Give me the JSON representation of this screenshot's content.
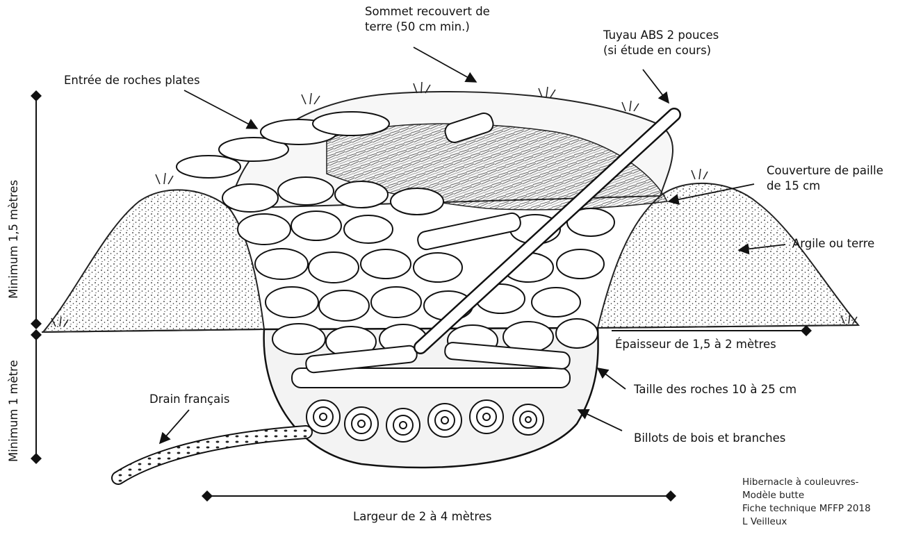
{
  "labels": {
    "top_covered": [
      "Sommet recouvert de",
      "terre (50 cm min.)"
    ],
    "pipe": [
      "Tuyau ABS 2 pouces",
      "(si étude en cours)"
    ],
    "entrance": "Entrée de roches plates",
    "straw": [
      "Couverture de paille",
      "de 15 cm"
    ],
    "clay": "Argile ou terre",
    "thickness": "Épaisseur de 1,5 à 2 mètres",
    "rock_size": "Taille des roches 10 à 25 cm",
    "logs": "Billots de bois et branches",
    "drain": "Drain français",
    "width": "Largeur de 2 à 4 mètres",
    "height_above": "Minimum 1,5 mètres",
    "depth_below": "Minimum 1 mètre"
  },
  "credit": [
    "Hibernacle à couleuvres-",
    "Modèle butte",
    "Fiche technique MFFP 2018",
    "L Veilleux"
  ]
}
